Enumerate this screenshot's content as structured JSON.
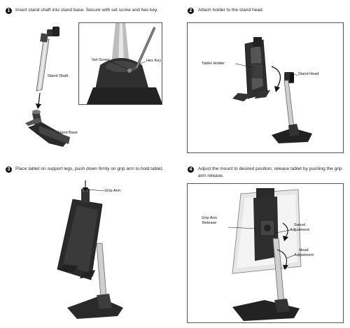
{
  "steps": [
    {
      "number": "1",
      "text": "Insert stand shaft into stand base. Secure with set screw and hex key."
    },
    {
      "number": "2",
      "text": "Attach holder to the stand head."
    },
    {
      "number": "3",
      "text": "Place tablet on support legs, push down firmly on grip arm to hold tablet."
    },
    {
      "number": "4",
      "text": "Adjust the mount to desired position; release tablet by pushing the grip arm release."
    }
  ],
  "labels": {
    "stand_shaft": "Stand Shaft",
    "stand_base": "Stand Base",
    "set_screw": "Set Screw",
    "hex_key": "Hex Key",
    "tablet_holder": "Tablet Holder",
    "stand_head": "Stand Head",
    "grip_arm": "Grip Arm",
    "grip_arm_release_1": "Grip Arm",
    "grip_arm_release_2": "Release",
    "swivel_adjustment_1": "Swivel",
    "swivel_adjustment_2": "Adjustment",
    "head_adjustment_1": "Head",
    "head_adjustment_2": "Adjustment"
  }
}
